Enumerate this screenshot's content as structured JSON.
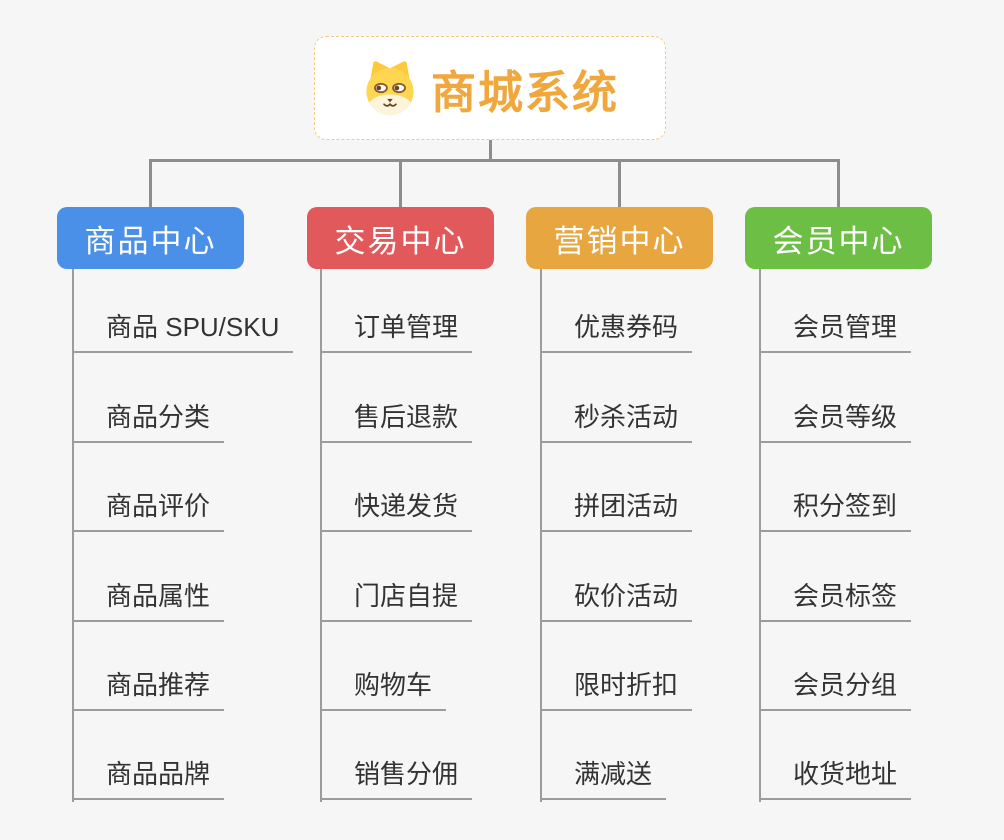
{
  "root": {
    "title": "商城系统",
    "accent_color": "#EFA73E",
    "border_color": "#F2C983",
    "icon": "dog-icon"
  },
  "connector_color": "#8D8D8D",
  "line_color": "#9C9C9C",
  "branches": [
    {
      "label": "商品中心",
      "color": "#4A90E8",
      "items": [
        "商品 SPU/SKU",
        "商品分类",
        "商品评价",
        "商品属性",
        "商品推荐",
        "商品品牌"
      ]
    },
    {
      "label": "交易中心",
      "color": "#E2595B",
      "items": [
        "订单管理",
        "售后退款",
        "快递发货",
        "门店自提",
        "购物车",
        "销售分佣"
      ]
    },
    {
      "label": "营销中心",
      "color": "#E7A63F",
      "items": [
        "优惠券码",
        "秒杀活动",
        "拼团活动",
        "砍价活动",
        "限时折扣",
        "满减送"
      ]
    },
    {
      "label": "会员中心",
      "color": "#6CBE44",
      "items": [
        "会员管理",
        "会员等级",
        "积分签到",
        "会员标签",
        "会员分组",
        "收货地址"
      ]
    }
  ]
}
